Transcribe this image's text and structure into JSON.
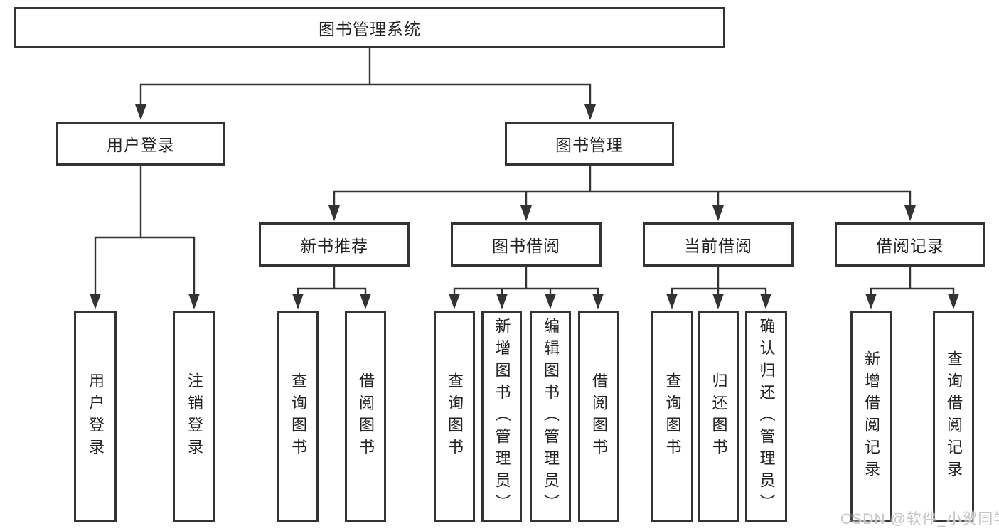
{
  "tree": {
    "root": "图书管理系统",
    "user_login": {
      "label": "用户登录",
      "children": [
        "用户登录",
        "注销登录"
      ]
    },
    "book_management": {
      "label": "图书管理",
      "sections": [
        {
          "label": "新书推荐",
          "children": [
            "查询图书",
            "借阅图书"
          ]
        },
        {
          "label": "图书借阅",
          "children": [
            "查询图书",
            "新增图书（管理员）",
            "编辑图书（管理员）",
            "借阅图书"
          ]
        },
        {
          "label": "当前借阅",
          "children": [
            "查询图书",
            "归还图书",
            "确认归还（管理员）"
          ]
        },
        {
          "label": "借阅记录",
          "children": [
            "新增借阅记录",
            "查询借阅记录"
          ]
        }
      ]
    }
  },
  "watermark": "CSDN @软件_小贺同学",
  "colors": {
    "line": "#333333",
    "box_border": "#333333",
    "text": "#222222",
    "background": "#ffffff",
    "watermark": "#c6c6c6"
  }
}
